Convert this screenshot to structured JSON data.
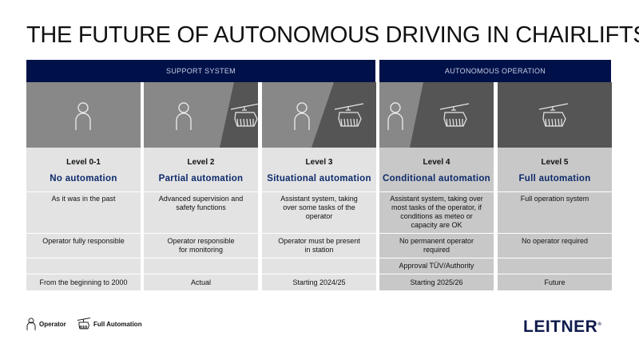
{
  "title": "THE FUTURE OF AUTONOMOUS DRIVING IN CHAIRLIFTS",
  "bands": {
    "support": "SUPPORT SYSTEM",
    "autonomous": "AUTONOMOUS OPERATION"
  },
  "colors": {
    "navy": "#00114a",
    "accent": "#0d2a6b",
    "person_bg": "#888888",
    "lift_bg": "#555555"
  },
  "levels": [
    {
      "level": "Level 0-1",
      "name": "No automation",
      "desc": "As it was in the past",
      "responsibility": "Operator fully responsible",
      "approval": "",
      "timeline": "From the beginning to 2000"
    },
    {
      "level": "Level 2",
      "name": "Partial automation",
      "desc": "Advanced supervision and safety functions",
      "responsibility": "Operator responsible for monitoring",
      "approval": "",
      "timeline": "Actual"
    },
    {
      "level": "Level 3",
      "name": "Situational automation",
      "desc": "Assistant system, taking over some tasks of the operator",
      "responsibility": "Operator must be present in station",
      "approval": "",
      "timeline": "Starting 2024/25"
    },
    {
      "level": "Level 4",
      "name": "Conditional automation",
      "desc": "Assistant system, taking over most tasks of the operator, if conditions as meteo or capacity are OK",
      "responsibility": "No permanent operator required",
      "approval": "Approval TÜV/Authority",
      "timeline": "Starting 2025/26"
    },
    {
      "level": "Level 5",
      "name": "Full automation",
      "desc": "Full operation system",
      "responsibility": "No operator required",
      "approval": "",
      "timeline": "Future"
    }
  ],
  "legend": {
    "operator": "Operator",
    "full": "Full Automation"
  },
  "logo": "LEITNER"
}
